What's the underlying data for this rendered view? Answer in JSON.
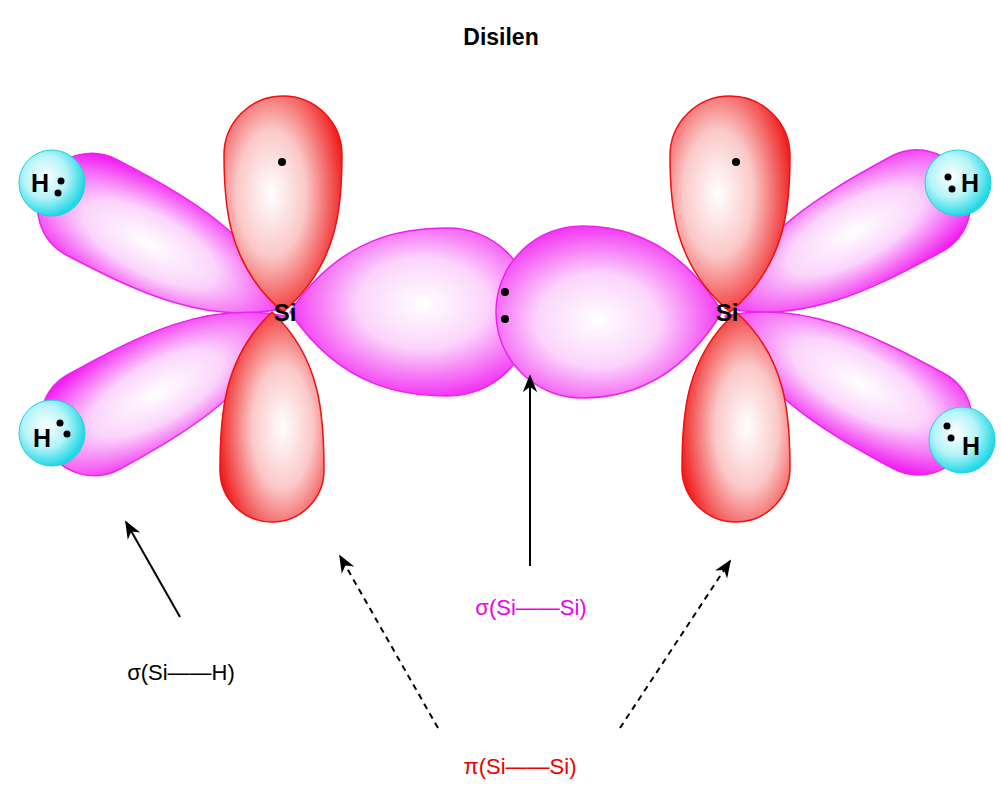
{
  "diagram": {
    "title": "Disilen",
    "nodes": [
      {
        "text": [
          "H"
        ]
      },
      {
        "text": [
          "H"
        ]
      },
      {
        "text": [
          "H"
        ]
      },
      {
        "text": [
          "H"
        ]
      }
    ],
    "labels": [
      "Si",
      "Si",
      "σ(Si——Si)",
      "σ(Si——H)",
      "π(Si——Si)"
    ]
  }
}
